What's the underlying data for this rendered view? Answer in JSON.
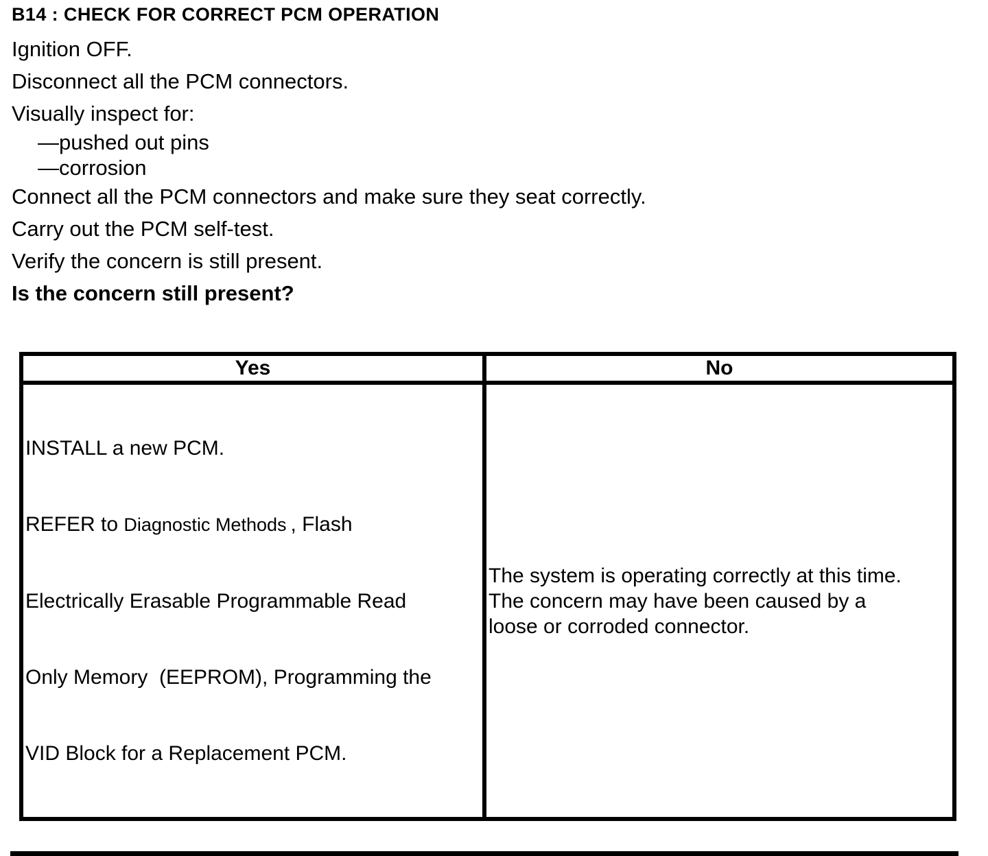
{
  "procedure": {
    "title": "B14 : CHECK FOR CORRECT PCM OPERATION",
    "steps_before_inspect": [
      "Ignition OFF.",
      "Disconnect all the PCM connectors.",
      "Visually inspect for:"
    ],
    "inspect_items": [
      "—pushed out pins",
      "—corrosion"
    ],
    "steps_after_inspect": [
      "Connect all the PCM connectors and make sure they seat correctly.",
      "Carry out the PCM self-test.",
      "Verify the concern is still present."
    ],
    "question": "Is the concern still present?"
  },
  "decision_table": {
    "yes_header": "Yes",
    "no_header": "No",
    "yes_cell": {
      "line1": "INSTALL a new PCM.",
      "line2_prefix": "REFER to ",
      "line2_link": "Diagnostic Methods",
      "line2_suffix": ", Flash",
      "line3": "Electrically Erasable Programmable Read",
      "line4": "Only Memory  (EEPROM), Programming the",
      "line5": "VID Block for a Replacement PCM."
    },
    "no_cell": {
      "line1": "The system is operating correctly at this time.",
      "line2": "The concern may have been caused by a",
      "line3": "loose or corroded connector."
    }
  },
  "colors": {
    "text": "#000000",
    "background": "#ffffff",
    "border": "#000000"
  }
}
